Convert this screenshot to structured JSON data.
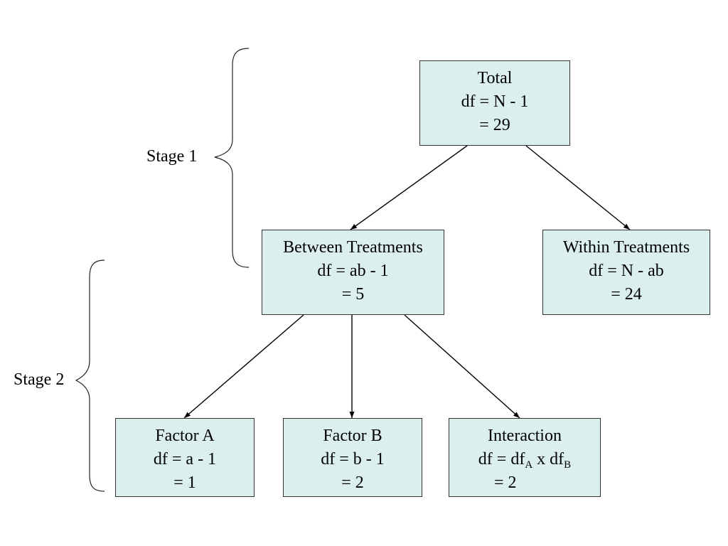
{
  "colors": {
    "box_fill": "#dcefef",
    "box_border": "#333333",
    "connector": "#000000"
  },
  "stages": [
    {
      "label": "Stage 1"
    },
    {
      "label": "Stage 2"
    }
  ],
  "nodes": {
    "total": {
      "title": "Total",
      "df": "df = N - 1",
      "value": "= 29"
    },
    "between": {
      "title": "Between Treatments",
      "df": "df = ab - 1",
      "value": "= 5"
    },
    "within": {
      "title": "Within Treatments",
      "df": "df = N - ab",
      "value": "= 24"
    },
    "factor_a": {
      "title": "Factor A",
      "df": "df = a - 1",
      "value": "= 1"
    },
    "factor_b": {
      "title": "Factor B",
      "df": "df = b - 1",
      "value": "= 2"
    },
    "interaction": {
      "title": "Interaction",
      "df_prefix": "df = df",
      "df_sub_a": "A",
      "df_mid": " x df",
      "df_sub_b": "B",
      "value": "= 2"
    }
  },
  "edges": [
    {
      "from": "total",
      "to": "between"
    },
    {
      "from": "total",
      "to": "within"
    },
    {
      "from": "between",
      "to": "factor_a"
    },
    {
      "from": "between",
      "to": "factor_b"
    },
    {
      "from": "between",
      "to": "interaction"
    }
  ]
}
